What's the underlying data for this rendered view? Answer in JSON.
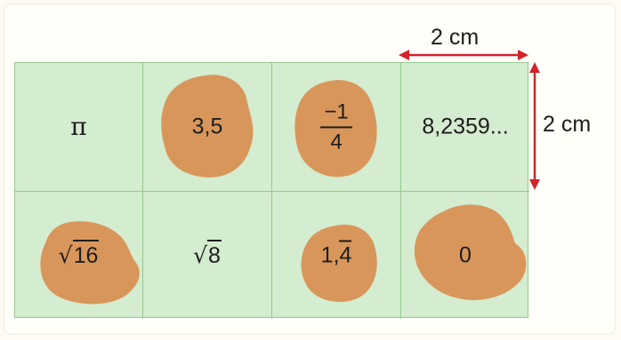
{
  "dimensions": {
    "width_label": "2 cm",
    "height_label": "2 cm",
    "arrow_color": "#d2232a"
  },
  "grid": {
    "cell_color": "#d4eccf",
    "line_color": "#95c98e",
    "stain_color": "#d9965b",
    "rows": [
      [
        {
          "value": "π",
          "kind": "symbol",
          "stain": false
        },
        {
          "value": "3,5",
          "kind": "text",
          "stain": true
        },
        {
          "value": "−1/4",
          "kind": "fraction",
          "numerator": "−1",
          "denominator": "4",
          "stain": true
        },
        {
          "value": "8,2359...",
          "kind": "text",
          "stain": false
        }
      ],
      [
        {
          "value": "√16",
          "kind": "sqrt",
          "radicand": "16",
          "stain": true
        },
        {
          "value": "√8",
          "kind": "sqrt",
          "radicand": "8",
          "stain": false
        },
        {
          "value": "1,4 periodic",
          "kind": "periodic",
          "integer": "1,",
          "repeating": "4",
          "stain": true
        },
        {
          "value": "0",
          "kind": "text",
          "stain": true
        }
      ]
    ]
  }
}
